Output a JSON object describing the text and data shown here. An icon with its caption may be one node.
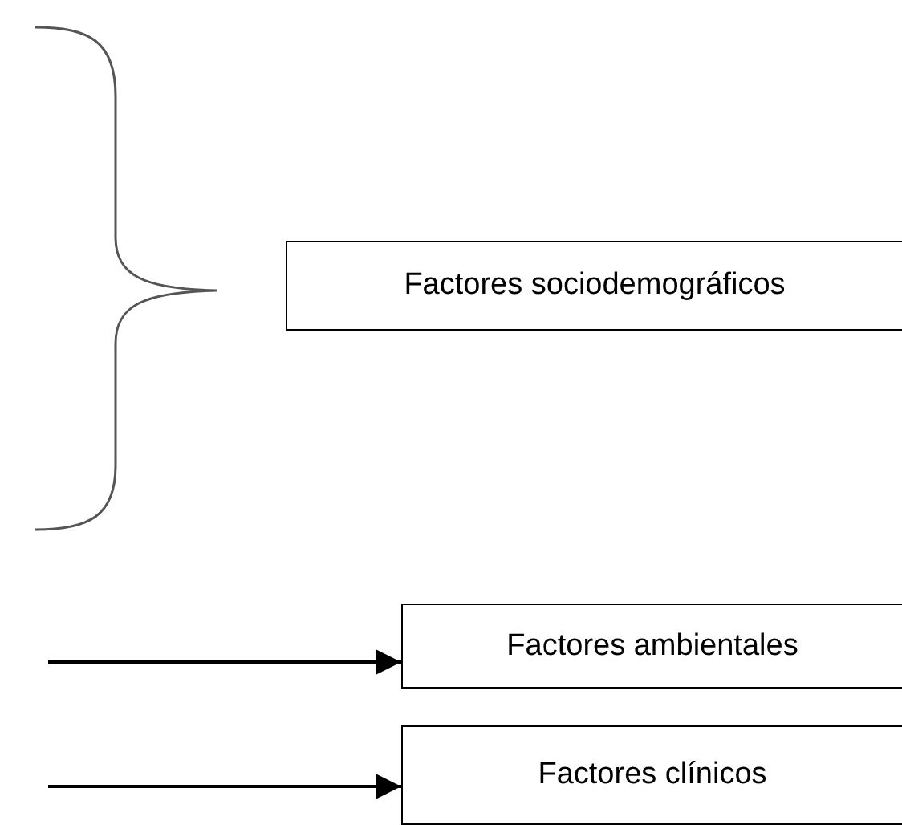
{
  "diagram": {
    "nodes": [
      {
        "text": [
          "Factores sociodemográficos"
        ]
      },
      {
        "text": [
          "Factores ambientales"
        ]
      },
      {
        "text": [
          "Factores clínicos"
        ]
      }
    ],
    "edges": [
      {
        "from": null,
        "to": 1,
        "arrow": "to"
      },
      {
        "from": null,
        "to": 2,
        "arrow": "to"
      }
    ]
  }
}
